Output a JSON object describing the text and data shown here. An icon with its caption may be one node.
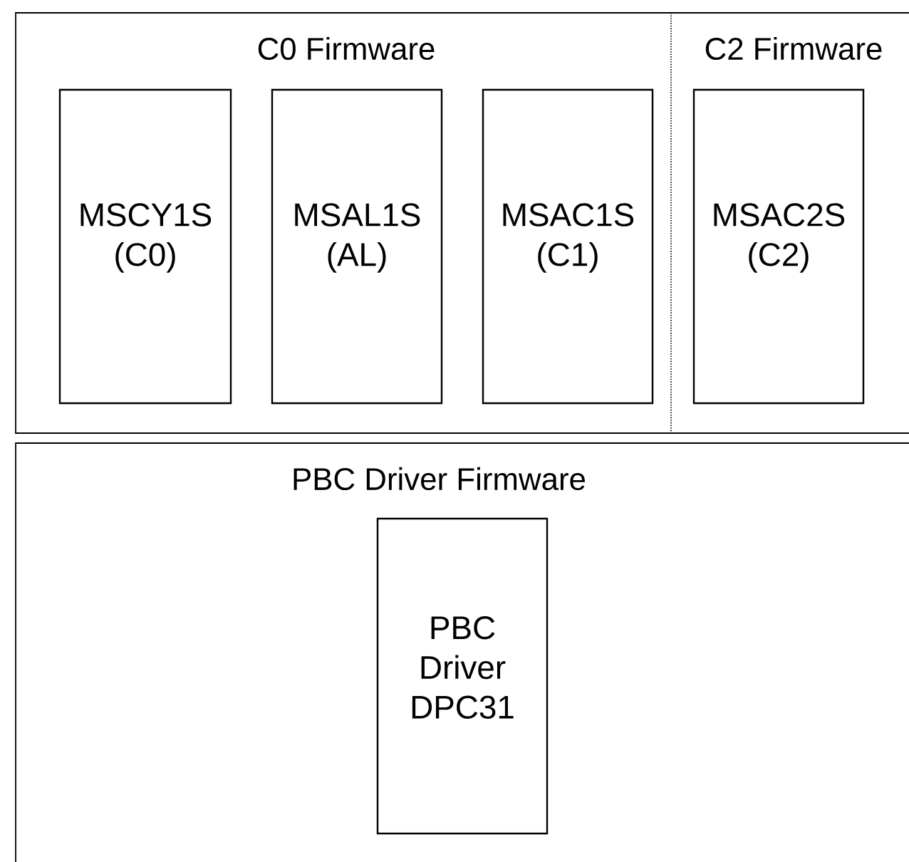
{
  "diagram": {
    "nodes": [
      {
        "text": [
          "C0 Firmware"
        ]
      },
      {
        "text": [
          "MSCY1S (C0)"
        ],
        "in": 0
      },
      {
        "text": [
          "MSAL1S (AL)"
        ],
        "in": 0
      },
      {
        "text": [
          "MSAC1S (C1)"
        ],
        "in": 0
      },
      {
        "text": [
          "C2 Firmware"
        ]
      },
      {
        "text": [
          "MSAC2S (C2)"
        ],
        "in": 4
      },
      {
        "text": [
          "PBC Driver Firmware"
        ]
      },
      {
        "text": [
          "PBC Driver DPC31"
        ],
        "in": 6
      }
    ],
    "edges": []
  }
}
